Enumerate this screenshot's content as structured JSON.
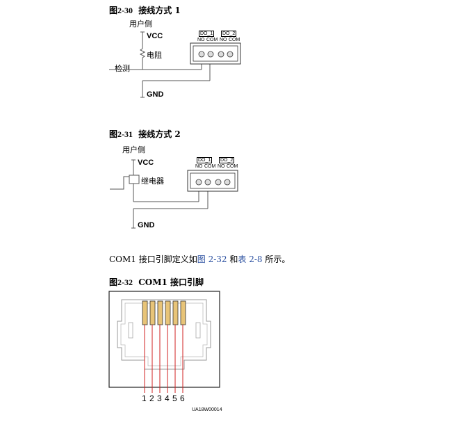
{
  "fig1": {
    "caption_num": "图2-30",
    "caption_title": "接线方式 1",
    "user_side": "用户侧",
    "vcc": "VCC",
    "resistor": "电阻",
    "detect": "检测",
    "gnd": "GND",
    "do1": "DO_1",
    "do2": "DO_2",
    "no": "NO",
    "com": "COM"
  },
  "fig2": {
    "caption_num": "图2-31",
    "caption_title": "接线方式 2",
    "user_side": "用户侧",
    "vcc": "VCC",
    "relay": "继电器",
    "gnd": "GND",
    "do1": "DO_1",
    "do2": "DO_2",
    "no": "NO",
    "com": "COM"
  },
  "paragraph": {
    "pre": "COM1 接口引脚定义如",
    "link1": "图 2-32",
    "mid": " 和",
    "link2": "表 2-8",
    "post": " 所示。"
  },
  "fig3": {
    "caption_num": "图2-32",
    "caption_title": "COM1 接口引脚",
    "pins": [
      "1",
      "2",
      "3",
      "4",
      "5",
      "6"
    ],
    "code": "UA18W00014"
  }
}
